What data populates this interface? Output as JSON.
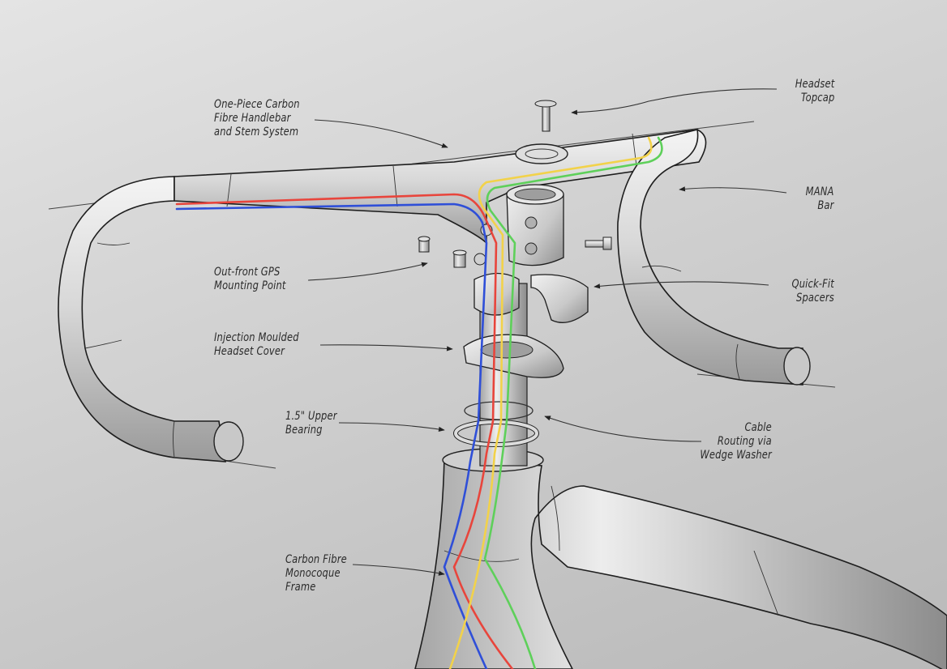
{
  "diagram": {
    "subject": "Exploded view of handlebar, stem and headset on carbon frame",
    "labels": {
      "handlebar_system": "One-Piece Carbon\nFibre Handlebar\nand Stem System",
      "headset_topcap": "Headset\nTopcap",
      "mana_bar": "MANA\nBar",
      "gps_mount": "Out-front GPS\nMounting Point",
      "quickfit_spacers": "Quick-Fit\nSpacers",
      "headset_cover": "Injection Moulded\nHeadset Cover",
      "upper_bearing": "1.5\" Upper\nBearing",
      "cable_routing": "Cable\nRouting via\nWedge Washer",
      "frame": "Carbon Fibre\nMonocoque\nFrame"
    },
    "cable_colors": {
      "red": "#e8453c",
      "blue": "#2f4fd8",
      "yellow": "#f2d24a",
      "green": "#5ed05a"
    }
  }
}
